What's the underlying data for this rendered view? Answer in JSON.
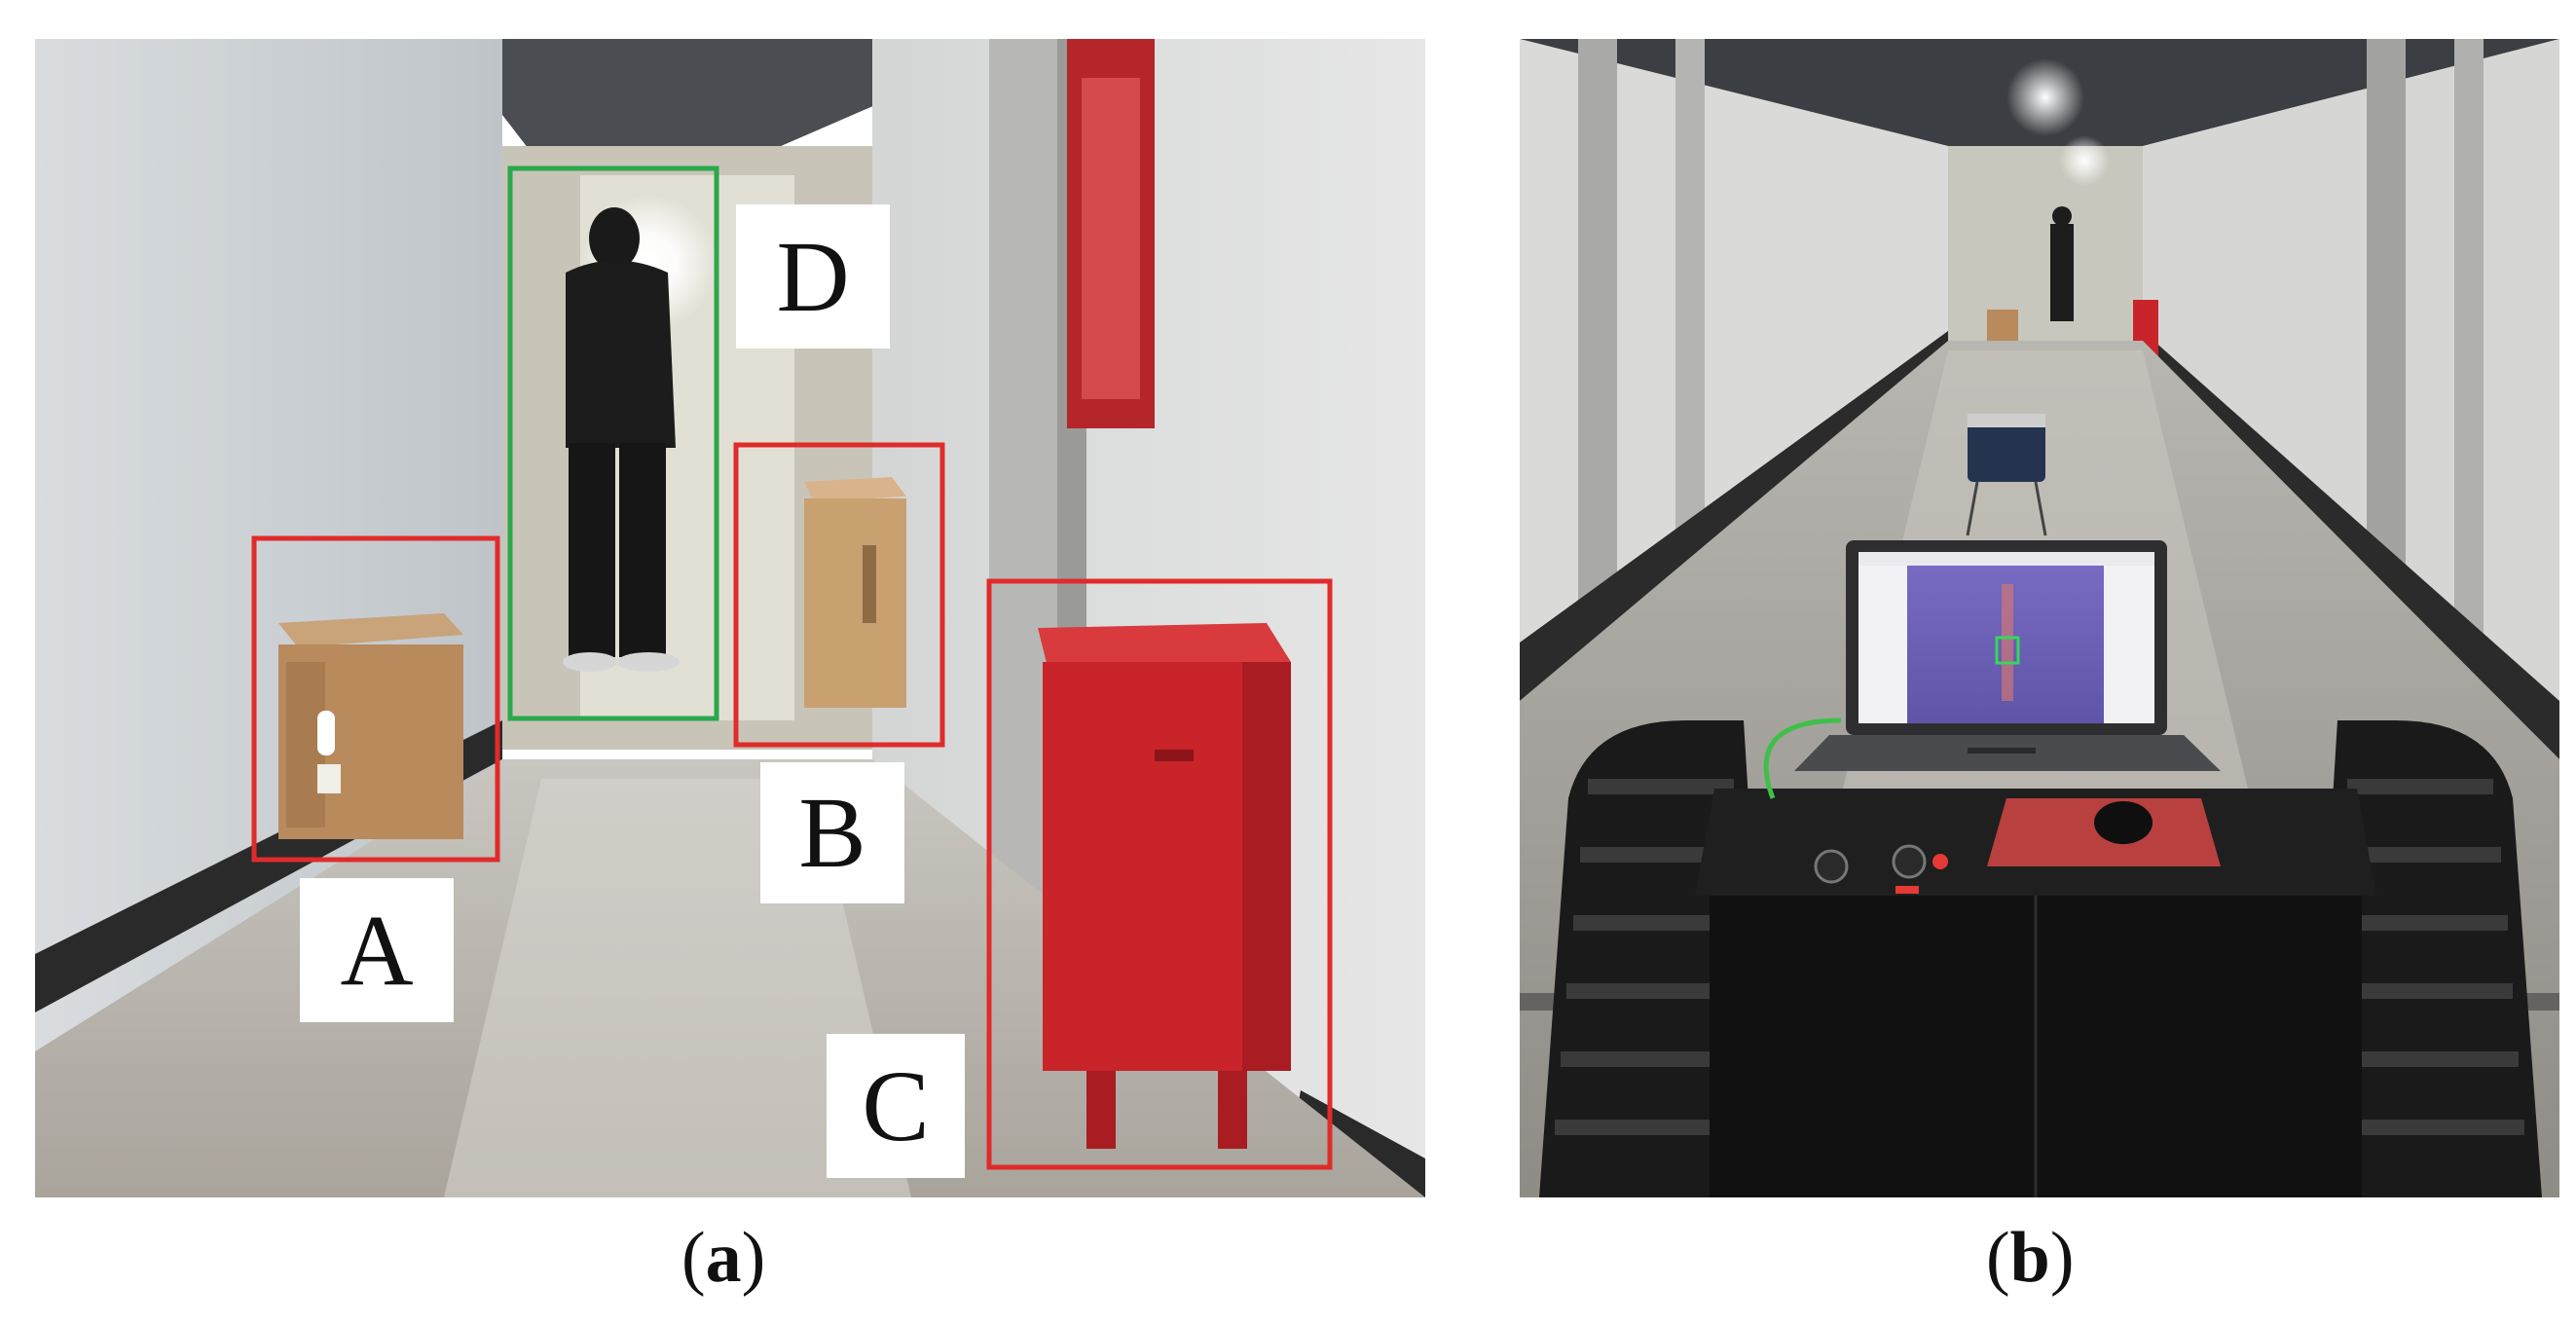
{
  "panels": [
    {
      "id": "a",
      "caption_open": "(",
      "caption_letter": "a",
      "caption_close": ")",
      "detections": [
        {
          "label": "A",
          "class_color": "#e02b2b"
        },
        {
          "label": "B",
          "class_color": "#e02b2b"
        },
        {
          "label": "C",
          "class_color": "#e02b2b"
        },
        {
          "label": "D",
          "class_color": "#2aa84a"
        }
      ]
    },
    {
      "id": "b",
      "caption_open": "(",
      "caption_letter": "b",
      "caption_close": ")"
    }
  ],
  "colors": {
    "obstacle_box": "#e02b2b",
    "person_box": "#2aa84a",
    "fire_box_red": "#c8242a",
    "cardboard": "#b88a5c"
  }
}
